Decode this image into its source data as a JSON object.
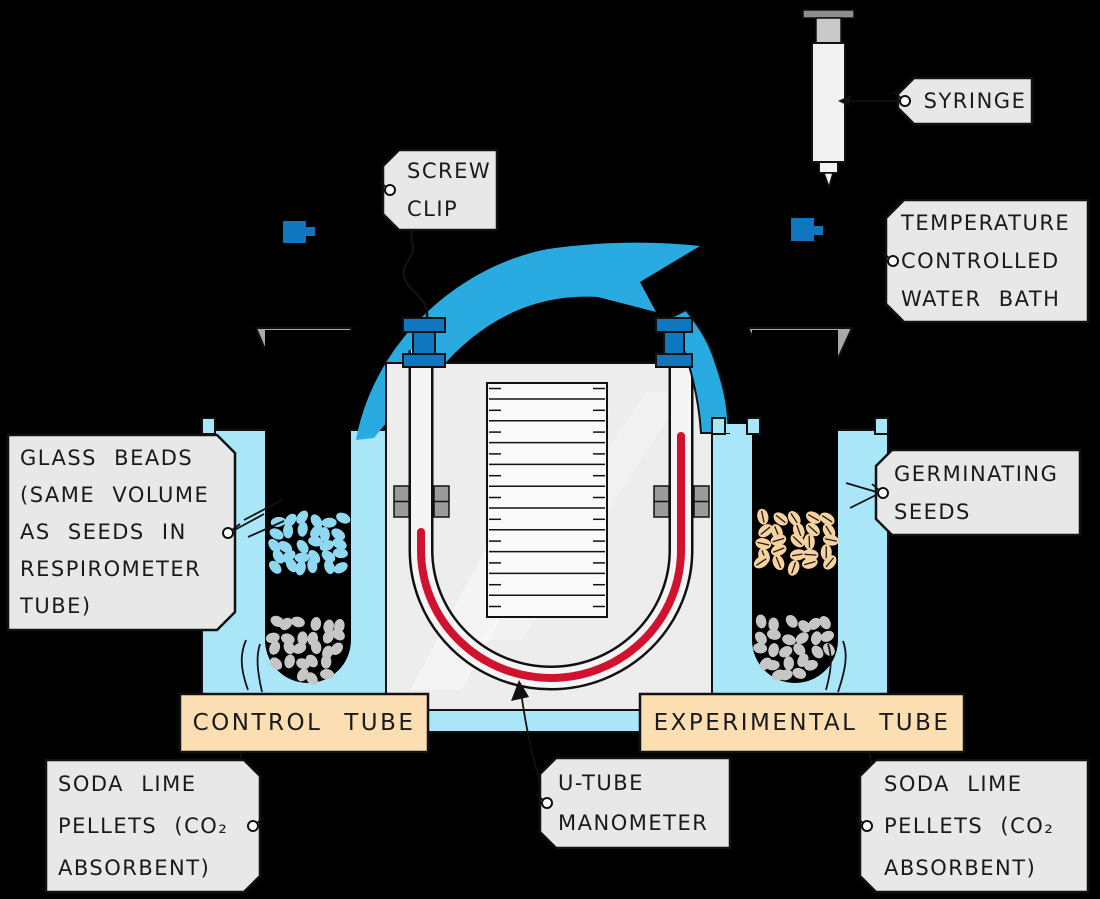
{
  "labels": {
    "syringe": {
      "text": "SYRINGE"
    },
    "screw_clip": {
      "lines": [
        "SCREW",
        "CLIP"
      ]
    },
    "water_bath": {
      "lines": [
        "TEMPERATURE",
        "CONTROLLED",
        "WATER BATH"
      ]
    },
    "glass_beads": {
      "lines": [
        "GLASS BEADS",
        "(SAME VOLUME",
        "AS SEEDS IN",
        "RESPIROMETER",
        "TUBE)"
      ]
    },
    "germinating_seeds": {
      "lines": [
        "GERMINATING",
        "SEEDS"
      ]
    },
    "control_tube": {
      "text": "CONTROL TUBE"
    },
    "experimental_tube": {
      "text": "EXPERIMENTAL TUBE"
    },
    "u_tube_manometer": {
      "lines": [
        "U-TUBE",
        "MANOMETER"
      ]
    },
    "soda_lime_left": {
      "lines": [
        "SODA LIME",
        "PELLETS (CO₂",
        "ABSORBENT)"
      ]
    },
    "soda_lime_right": {
      "lines": [
        "SODA LIME",
        "PELLETS (CO₂",
        "ABSORBENT)"
      ]
    }
  },
  "colors": {
    "background": "#000000",
    "water": "#A9E7F8",
    "arrow_blue": "#29ABE2",
    "clip_blue": "#0F76C0",
    "fluid_red": "#D0122E",
    "tag_gray": "#E8E8E8",
    "tan_label": "#FBDFB2",
    "panel_gray": "#EDEDED",
    "funnel_gray": "#A9A9A9",
    "beads_blue": "#8FD8F2",
    "pellet_gray": "#C6C6C6",
    "seed_tan": "#F6D2A0",
    "outline": "#111111"
  }
}
